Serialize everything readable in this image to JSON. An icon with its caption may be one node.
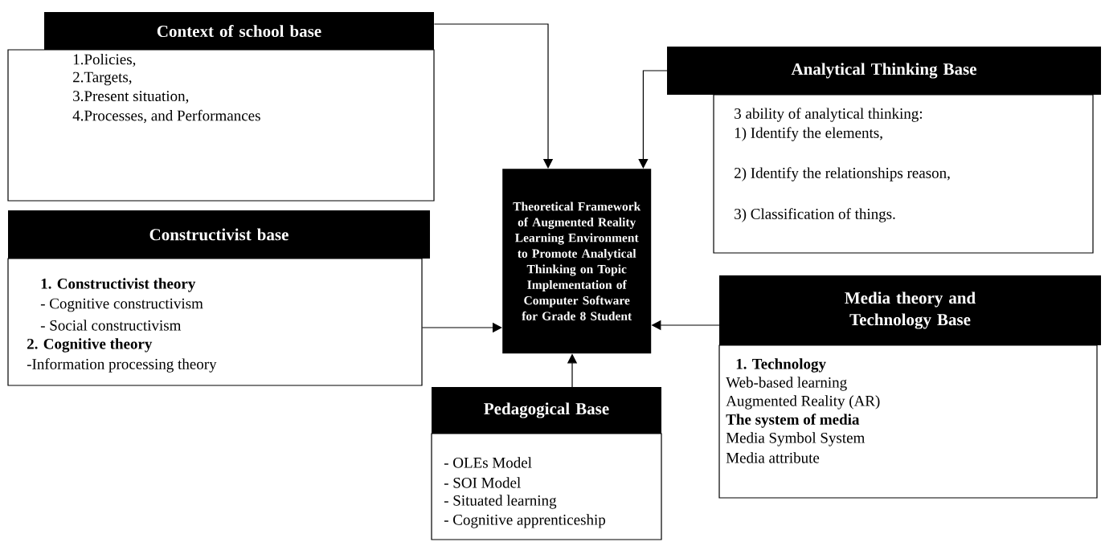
{
  "diagram": {
    "nodes": [
      {
        "text": [
          "Context of school base",
          "1.Policies,",
          "2.Targets,",
          "3.Present situation,",
          "4.Processes, and Performances"
        ]
      },
      {
        "text": [
          "Analytical Thinking Base",
          "3 ability of analytical thinking:",
          "1) Identify the elements,",
          "2) Identify the relationships reason,",
          "3) Classification of things."
        ]
      },
      {
        "text": [
          "Constructivist base",
          "**1. Constructivist theory**",
          "- Cognitive constructivism",
          "- Social constructivism",
          "**2. Cognitive theory**",
          "-Information processing theory"
        ]
      },
      {
        "text": [
          "Theoretical Framework of Augmented Reality Learning Environment to Promote Analytical Thinking on Topic Implementation of Computer Software for Grade 8 Student"
        ]
      },
      {
        "text": [
          "Media theory and Technology Base",
          "**1. Technology**",
          "Web-based learning",
          "Augmented Reality (AR)",
          "**The system of media**",
          "Media Symbol System",
          "Media attribute"
        ]
      },
      {
        "text": [
          "Pedagogical Base",
          "- OLEs Model",
          "- SOI Model",
          "- Situated learning",
          "- Cognitive apprenticeship"
        ]
      }
    ],
    "edges": [
      {
        "from": 0,
        "to": 3,
        "arrow": "to"
      },
      {
        "from": 1,
        "to": 3,
        "arrow": "to"
      },
      {
        "from": 2,
        "to": 3,
        "arrow": "to"
      },
      {
        "from": 4,
        "to": 3,
        "arrow": "to"
      },
      {
        "from": 5,
        "to": 3,
        "arrow": "to"
      }
    ]
  }
}
